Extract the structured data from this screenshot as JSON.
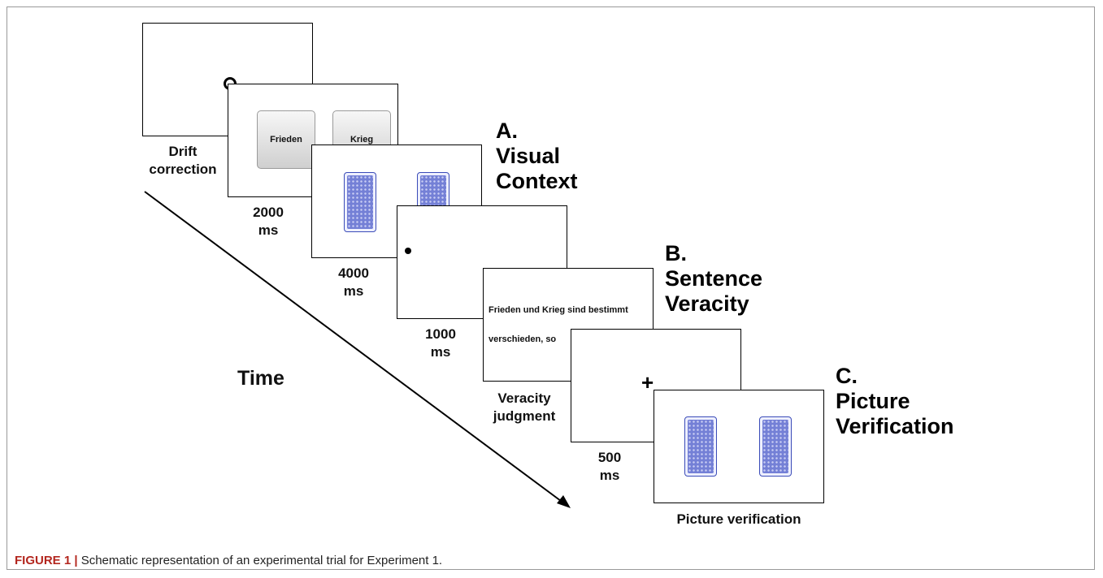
{
  "screens": {
    "drift": {
      "label": "Drift\ncorrection"
    },
    "words": {
      "word_left": "Frieden",
      "word_right": "Krieg",
      "duration": "2000\nms"
    },
    "cards": {
      "duration": "4000\nms"
    },
    "fixation_dot": {
      "duration": "1000\nms"
    },
    "sentence": {
      "line1": "Frieden und Krieg sind bestimmt",
      "line2": "verschieden, so",
      "label": "Veracity\njudgment"
    },
    "fixation_cross": {
      "symbol": "+",
      "duration": "500\nms"
    },
    "verification": {
      "label": "Picture verification"
    }
  },
  "phases": {
    "a": "A.\nVisual\nContext",
    "b": "B.\nSentence\nVeracity",
    "c": "C.\nPicture\nVerification"
  },
  "time_axis": {
    "label": "Time"
  },
  "caption": {
    "prefix": "FIGURE 1 |",
    "text": " Schematic representation of an experimental trial for Experiment 1."
  },
  "colors": {
    "card_blue": "#3b4cb8",
    "caption_accent": "#b3261e"
  }
}
